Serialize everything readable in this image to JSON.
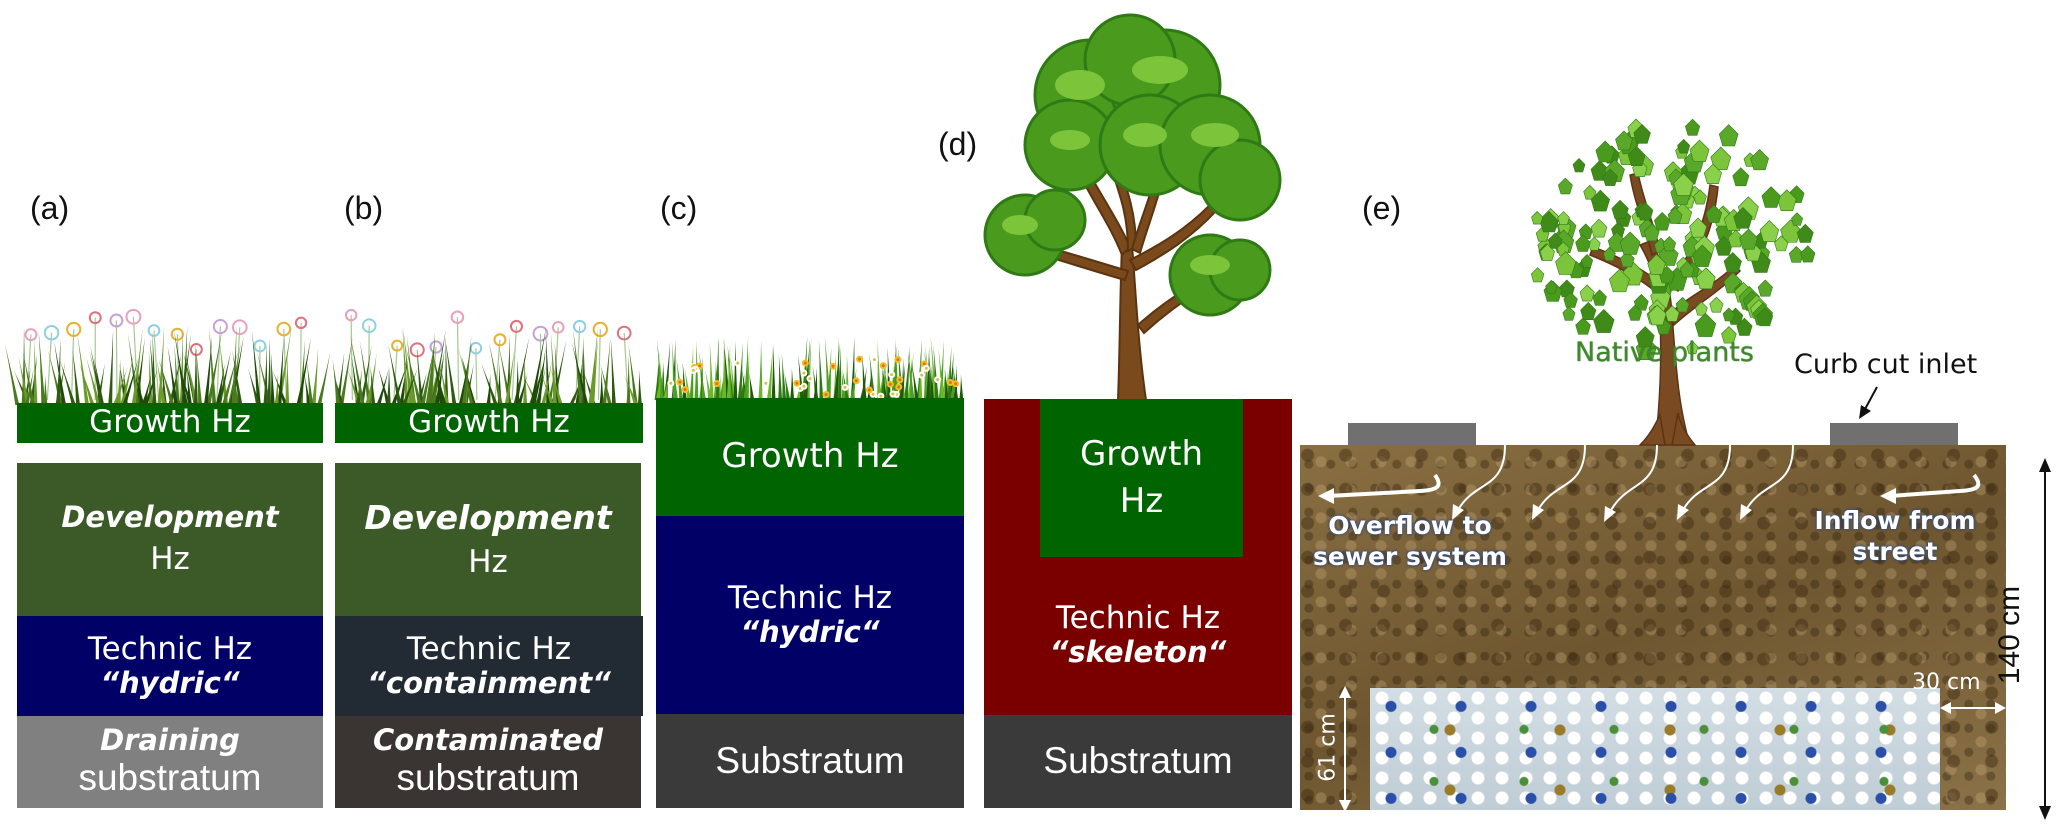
{
  "figure": {
    "panels": [
      {
        "id": "a",
        "label": "(a)",
        "vegetation": "grass-with-flowers-icon",
        "layers": [
          {
            "name": "growth",
            "lines": [
              "Growth Hz"
            ],
            "color": "#006400"
          },
          {
            "name": "development",
            "lines": [
              "Development",
              "Hz"
            ],
            "color": "#3c5a28"
          },
          {
            "name": "technic",
            "lines": [
              "Technic Hz",
              "“hydric“"
            ],
            "color": "#000066"
          },
          {
            "name": "substratum",
            "lines": [
              "Draining",
              "substratum"
            ],
            "color": "#808080"
          }
        ]
      },
      {
        "id": "b",
        "label": "(b)",
        "vegetation": "grass-with-flowers-icon",
        "layers": [
          {
            "name": "growth",
            "lines": [
              "Growth Hz"
            ],
            "color": "#006400"
          },
          {
            "name": "development",
            "lines": [
              "Development",
              "Hz"
            ],
            "color": "#3c5a28"
          },
          {
            "name": "technic",
            "lines": [
              "Technic Hz",
              "“containment“"
            ],
            "color": "#222a33"
          },
          {
            "name": "substratum",
            "lines": [
              "Contaminated",
              "substratum"
            ],
            "color": "#3a3432"
          }
        ]
      },
      {
        "id": "c",
        "label": "(c)",
        "vegetation": "lawn-with-daisies-icon",
        "layers": [
          {
            "name": "growth",
            "lines": [
              "Growth Hz"
            ],
            "color": "#006400"
          },
          {
            "name": "technic",
            "lines": [
              "Technic Hz",
              "“hydric“"
            ],
            "color": "#000066"
          },
          {
            "name": "substratum",
            "lines": [
              "Substratum"
            ],
            "color": "#3a3a3a"
          }
        ]
      },
      {
        "id": "d",
        "label": "(d)",
        "vegetation": "tree-icon",
        "layers": [
          {
            "name": "growth",
            "lines": [
              "Growth",
              "Hz"
            ],
            "color": "#006400"
          },
          {
            "name": "technic",
            "lines": [
              "Technic Hz",
              "“skeleton“"
            ],
            "color": "#7a0000"
          },
          {
            "name": "substratum",
            "lines": [
              "Substratum"
            ],
            "color": "#3a3a3a"
          }
        ]
      },
      {
        "id": "e",
        "label": "(e)",
        "vegetation": "tree-icon",
        "annotations": {
          "native_plants": "Native plants",
          "curb_cut_inlet": "Curb cut inlet",
          "overflow": [
            "Overflow to",
            "sewer system"
          ],
          "inflow": [
            "Inflow from",
            "street"
          ],
          "depth_total": "140 cm",
          "depth_glass": "61 cm",
          "offset": "30 cm"
        },
        "colors": {
          "soil": "#7a6238",
          "glass": "#c9d6df",
          "curb": "#707070",
          "native_plants_text": "#3d8a2a"
        }
      }
    ]
  }
}
